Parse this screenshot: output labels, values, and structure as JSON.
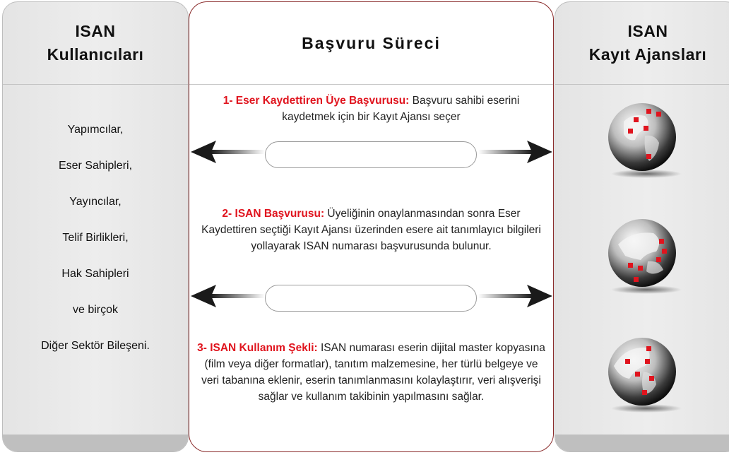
{
  "left_column": {
    "title_line1": "ISAN",
    "title_line2": "Kullanıcıları",
    "users": [
      "Yapımcılar,",
      "Eser Sahipleri,",
      "Yayıncılar,",
      "Telif Birlikleri,",
      "Hak Sahipleri",
      "ve birçok",
      "Diğer Sektör Bileşeni."
    ]
  },
  "center_column": {
    "title": "Başvuru Süreci",
    "steps": [
      {
        "heading": "1- Eser Kaydettiren Üye Başvurusu:",
        "body": " Başvuru sahibi eserini kaydetmek için bir Kayıt Ajansı seçer"
      },
      {
        "heading": "2- ISAN Başvurusu:",
        "body": " Üyeliğinin onaylanmasından sonra Eser Kaydettiren seçtiği Kayıt Ajansı üzerinden esere ait tanımlayıcı bilgileri yollayarak ISAN numarası başvurusunda bulunur."
      },
      {
        "heading": "3- ISAN Kullanım Şekli:",
        "body": " ISAN numarası eserin dijital master kopyasına (film veya diğer formatlar), tanıtım malzemesine, her türlü belgeye ve veri tabanına eklenir, eserin tanımlanmasını kolaylaştırır, veri alışverişi sağlar ve kullanım takibinin yapılmasını sağlar."
      }
    ]
  },
  "right_column": {
    "title_line1": "ISAN",
    "title_line2": "Kayıt Ajansları",
    "globes": [
      "globe-icon",
      "globe-icon",
      "globe-icon"
    ]
  },
  "colors": {
    "accent_red": "#e0141e",
    "center_border": "#8a2b2b",
    "side_bg": "#e6e6e6",
    "footer_bg": "#bfbfbf"
  }
}
